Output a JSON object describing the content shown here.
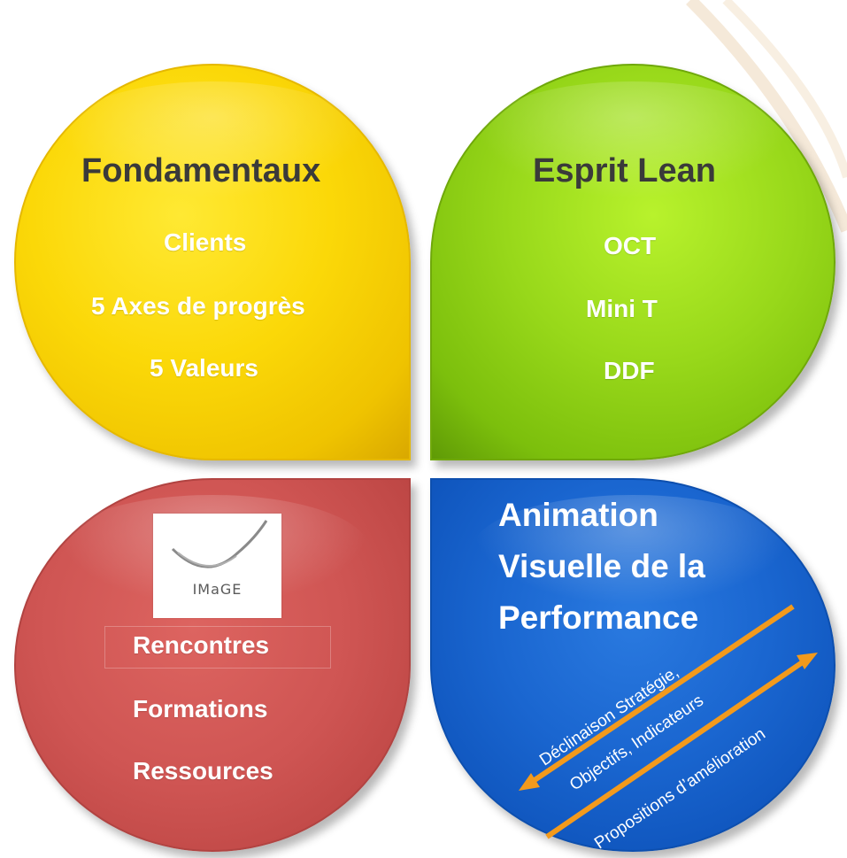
{
  "quadrants": {
    "fondamentaux": {
      "title": "Fondamentaux",
      "items": [
        "Clients",
        "5 Axes de progrès",
        "5 Valeurs"
      ],
      "color": "#f6cf00"
    },
    "esprit_lean": {
      "title": "Esprit Lean",
      "items": [
        "OCT",
        "Mini T",
        "DDF"
      ],
      "color": "#90d01c"
    },
    "image": {
      "logo_text": "IMaGE",
      "items": [
        "Rencontres",
        "Formations",
        "Ressources"
      ],
      "color": "#cf5553"
    },
    "animation": {
      "title_lines": [
        "Animation",
        "Visuelle de la",
        "Performance"
      ],
      "arrow_labels": [
        "Déclinaison Stratégie,",
        "Objectifs, Indicateurs",
        "Propositions d’amélioration"
      ],
      "color": "#1a66d0",
      "arrow_color": "#f39a1c"
    }
  }
}
